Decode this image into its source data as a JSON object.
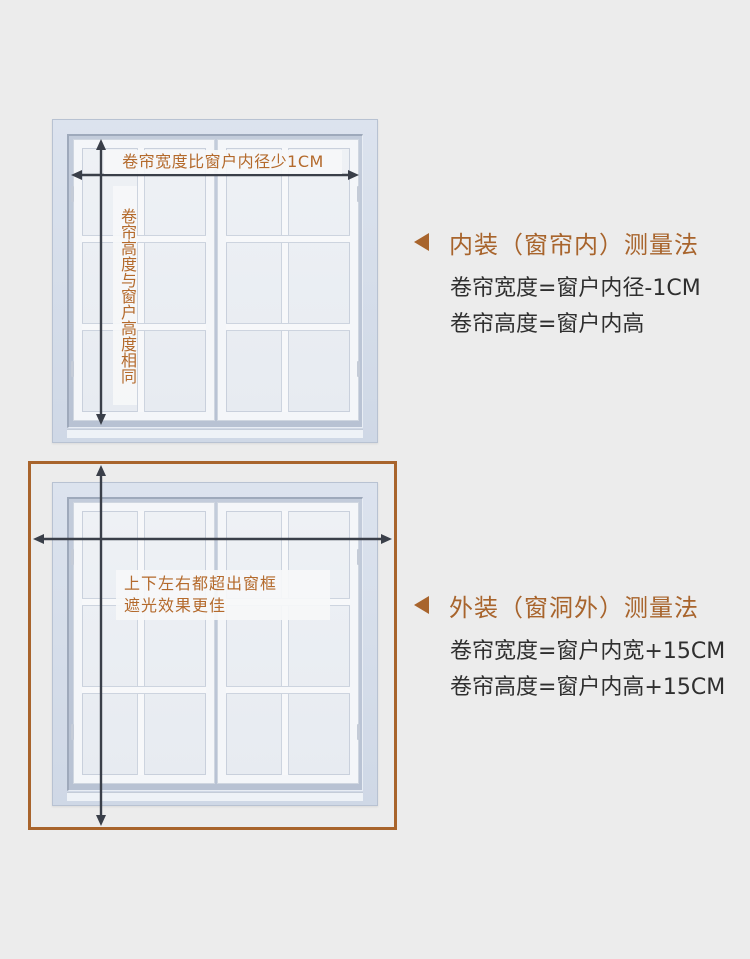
{
  "inner_mount": {
    "title": "内装（窗帘内）测量法",
    "width_rule": "卷帘宽度=窗户内径-1CM",
    "height_rule": "卷帘高度=窗户内高",
    "label_width": "卷帘宽度比窗户内径少1CM",
    "label_height": "卷帘高度与窗户高度相同"
  },
  "outer_mount": {
    "title": "外装（窗洞外）测量法",
    "width_rule": "卷帘宽度=窗户内宽+15CM",
    "height_rule": "卷帘高度=窗户内高+15CM",
    "label_line1": "上下左右都超出窗框",
    "label_line2": "遮光效果更佳"
  },
  "colors": {
    "accent": "#a8642c",
    "label_text": "#b46a2c",
    "arrow": "#3a3f49",
    "background": "#ececec"
  },
  "icons": {
    "bullet": "left-triangle-icon"
  }
}
